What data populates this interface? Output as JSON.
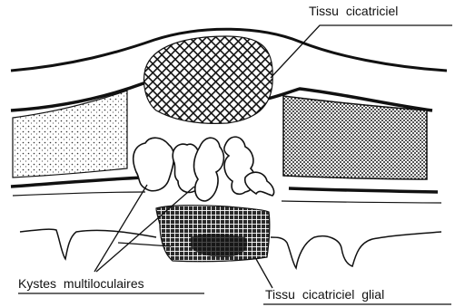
{
  "labels": {
    "scar_tissue": "Tissu cicatriciel",
    "multilocular_cysts": "Kystes multiloculaires",
    "glial_scar_tissue": "Tissu cicatriciel glial"
  },
  "colors": {
    "ink": "#111111",
    "background": "#ffffff"
  }
}
